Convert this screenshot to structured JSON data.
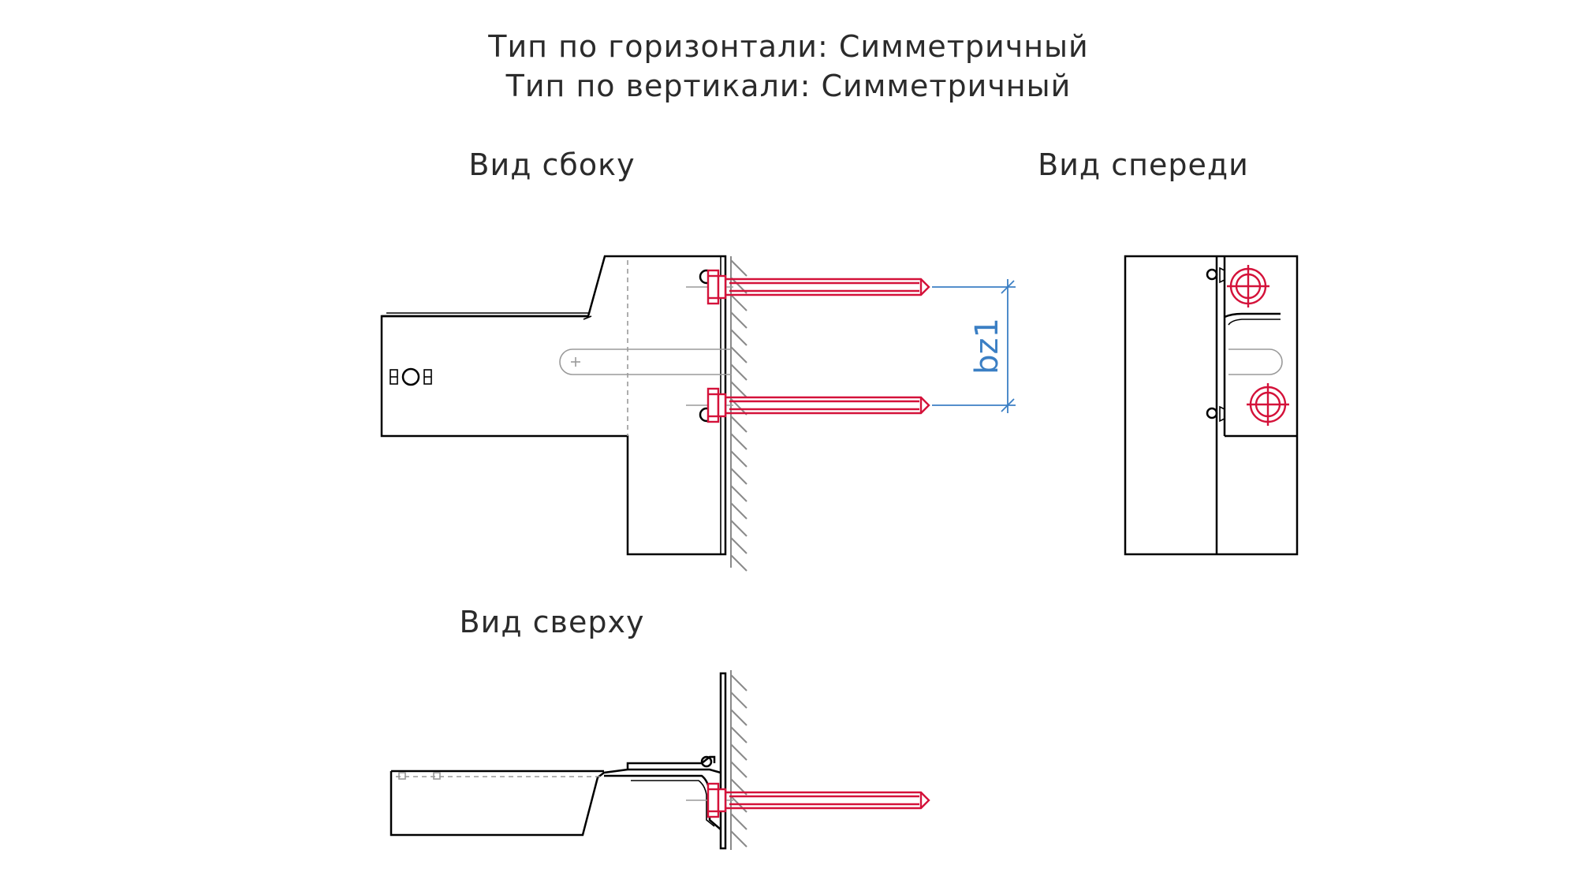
{
  "header": {
    "line1": "Тип по горизонтали: Симметричный",
    "line2": "Тип по вертикали: Симметричный"
  },
  "views": {
    "side": "Вид сбоку",
    "front": "Вид спереди",
    "top": "Вид сверху"
  },
  "dimensions": {
    "vertical_spacing": "bz1"
  },
  "colors": {
    "fastener": "#d4123a",
    "dimension": "#3b7fc4",
    "outline": "#000000",
    "hidden_lines": "#9a9a9a"
  }
}
